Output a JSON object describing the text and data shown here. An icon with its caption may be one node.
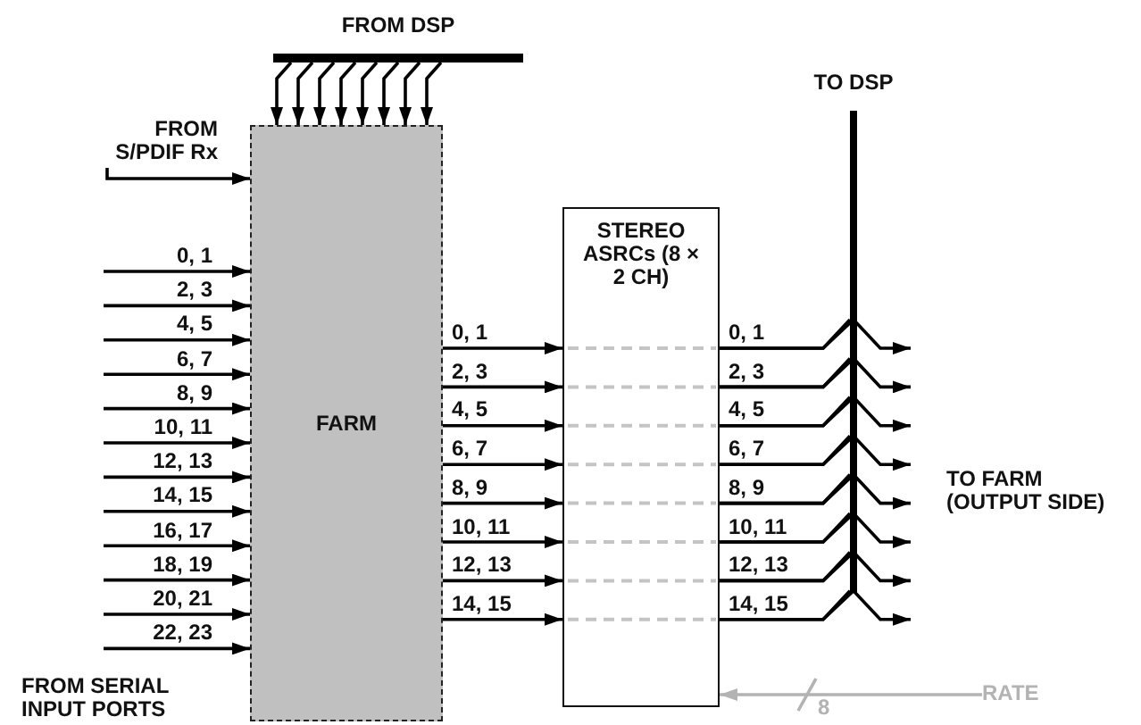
{
  "diagram": {
    "nodes": [
      {
        "text": [
          "FROM DSP"
        ]
      },
      {
        "text": [
          "FROM S/PDIF Rx"
        ]
      },
      {
        "text": [
          "FARM"
        ]
      },
      {
        "text": [
          "STEREO ASRCs (8 × 2 CH)"
        ]
      },
      {
        "text": [
          "TO DSP"
        ]
      },
      {
        "text": [
          "RATE"
        ]
      }
    ],
    "edges": [
      {
        "from": 0,
        "to": 2,
        "arrow": "to"
      },
      {
        "from": 0,
        "to": 2,
        "arrow": "to"
      },
      {
        "from": 0,
        "to": 2,
        "arrow": "to"
      },
      {
        "from": 0,
        "to": 2,
        "arrow": "to"
      },
      {
        "from": 0,
        "to": 2,
        "arrow": "to"
      },
      {
        "from": 0,
        "to": 2,
        "arrow": "to"
      },
      {
        "from": 0,
        "to": 2,
        "arrow": "to"
      },
      {
        "from": 0,
        "to": 2,
        "arrow": "to"
      },
      {
        "from": 1,
        "to": 2,
        "arrow": "to"
      },
      {
        "from": null,
        "to": 2,
        "arrow": "to",
        "label": "0, 1"
      },
      {
        "from": null,
        "to": 2,
        "arrow": "to",
        "label": "2, 3"
      },
      {
        "from": null,
        "to": 2,
        "arrow": "to",
        "label": "4, 5"
      },
      {
        "from": null,
        "to": 2,
        "arrow": "to",
        "label": "6, 7"
      },
      {
        "from": null,
        "to": 2,
        "arrow": "to",
        "label": "8, 9"
      },
      {
        "from": null,
        "to": 2,
        "arrow": "to",
        "label": "10, 11"
      },
      {
        "from": null,
        "to": 2,
        "arrow": "to",
        "label": "12, 13"
      },
      {
        "from": null,
        "to": 2,
        "arrow": "to",
        "label": "14, 15"
      },
      {
        "from": null,
        "to": 2,
        "arrow": "to",
        "label": "16, 17"
      },
      {
        "from": null,
        "to": 2,
        "arrow": "to",
        "label": "18, 19"
      },
      {
        "from": null,
        "to": 2,
        "arrow": "to",
        "label": "20, 21"
      },
      {
        "from": null,
        "to": 2,
        "arrow": "to",
        "label": "22, 23"
      },
      {
        "from": 2,
        "to": 3,
        "arrow": "to",
        "label": "0, 1"
      },
      {
        "from": 2,
        "to": 3,
        "arrow": "to",
        "label": "2, 3"
      },
      {
        "from": 2,
        "to": 3,
        "arrow": "to",
        "label": "4, 5"
      },
      {
        "from": 2,
        "to": 3,
        "arrow": "to",
        "label": "6, 7"
      },
      {
        "from": 2,
        "to": 3,
        "arrow": "to",
        "label": "8, 9"
      },
      {
        "from": 2,
        "to": 3,
        "arrow": "to",
        "label": "10, 11"
      },
      {
        "from": 2,
        "to": 3,
        "arrow": "to",
        "label": "12, 13"
      },
      {
        "from": 2,
        "to": 3,
        "arrow": "to",
        "label": "14, 15"
      },
      {
        "from": 3,
        "to": 4,
        "arrow": "none",
        "label": "0, 1"
      },
      {
        "from": 3,
        "to": null,
        "arrow": "to"
      },
      {
        "from": 3,
        "to": 4,
        "arrow": "none",
        "label": "2, 3"
      },
      {
        "from": 3,
        "to": null,
        "arrow": "to"
      },
      {
        "from": 3,
        "to": 4,
        "arrow": "none",
        "label": "4, 5"
      },
      {
        "from": 3,
        "to": null,
        "arrow": "to"
      },
      {
        "from": 3,
        "to": 4,
        "arrow": "none",
        "label": "6, 7"
      },
      {
        "from": 3,
        "to": null,
        "arrow": "to"
      },
      {
        "from": 3,
        "to": 4,
        "arrow": "none",
        "label": "8, 9"
      },
      {
        "from": 3,
        "to": null,
        "arrow": "to"
      },
      {
        "from": 3,
        "to": 4,
        "arrow": "none",
        "label": "10, 11"
      },
      {
        "from": 3,
        "to": null,
        "arrow": "to"
      },
      {
        "from": 3,
        "to": 4,
        "arrow": "none",
        "label": "12, 13"
      },
      {
        "from": 3,
        "to": null,
        "arrow": "to"
      },
      {
        "from": 3,
        "to": 4,
        "arrow": "none",
        "label": "14, 15"
      },
      {
        "from": 3,
        "to": null,
        "arrow": "to"
      },
      {
        "from": 5,
        "to": 3,
        "arrow": "to",
        "label": "8",
        "color": "#b3b3b3"
      }
    ],
    "labels": [
      "FROM SERIAL INPUT PORTS",
      "TO FARM (OUTPUT SIDE)"
    ]
  }
}
